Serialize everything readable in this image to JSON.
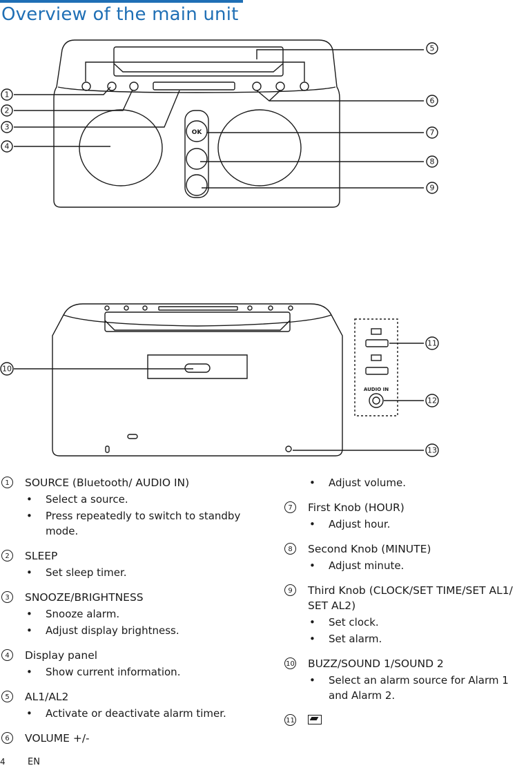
{
  "page": {
    "title": "Overview of the main unit",
    "page_number": "4",
    "language": "EN"
  },
  "figure": {
    "ok_label": "OK",
    "audio_in_label": "AUDIO IN",
    "callouts": [
      "1",
      "2",
      "3",
      "4",
      "5",
      "6",
      "7",
      "8",
      "9",
      "10",
      "11",
      "12",
      "13"
    ]
  },
  "items": [
    {
      "num": "1",
      "head": "SOURCE (Bluetooth/ AUDIO IN)",
      "bullets": [
        "Select a source.",
        "Press repeatedly to switch to standby mode."
      ]
    },
    {
      "num": "2",
      "head": "SLEEP",
      "bullets": [
        "Set sleep timer."
      ]
    },
    {
      "num": "3",
      "head": "SNOOZE/BRIGHTNESS",
      "bullets": [
        "Snooze alarm.",
        "Adjust display brightness."
      ]
    },
    {
      "num": "4",
      "head": "Display panel",
      "bullets": [
        "Show current information."
      ]
    },
    {
      "num": "5",
      "head": "AL1/AL2",
      "bullets": [
        "Activate or deactivate alarm timer."
      ]
    },
    {
      "num": "6",
      "head": "VOLUME +/-",
      "bullets": [
        "Adjust volume."
      ]
    },
    {
      "num": "7",
      "head": "First Knob (HOUR)",
      "bullets": [
        "Adjust hour."
      ]
    },
    {
      "num": "8",
      "head": "Second Knob (MINUTE)",
      "bullets": [
        "Adjust minute."
      ]
    },
    {
      "num": "9",
      "head": "Third Knob (CLOCK/SET TIME/SET AL1/ SET AL2)",
      "bullets": [
        "Set clock.",
        "Set alarm."
      ]
    },
    {
      "num": "10",
      "head": "BUZZ/SOUND 1/SOUND 2",
      "bullets": [
        "Select an alarm source for Alarm 1 and Alarm 2."
      ]
    },
    {
      "num": "11",
      "head": "",
      "bullets": []
    }
  ]
}
